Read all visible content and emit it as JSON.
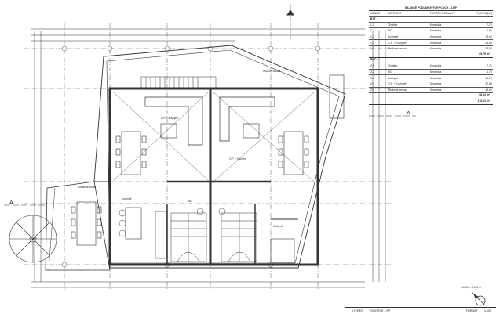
{
  "area_table": {
    "title": "BILANCE PODLAHOVÝCH PLOCH - 1.NP",
    "headers": [
      "OZNAČ.",
      "MÍSTNOST",
      "POVRCH PODLAHY",
      "PLOCHA [m²]"
    ],
    "sections": [
      {
        "name": "BYT 1",
        "rows": [
          [
            "1.1",
            "Chodba",
            "Keramika",
            "7,76"
          ],
          [
            "1.2",
            "WC",
            "Keramika",
            "1,90"
          ],
          [
            "1.3",
            "Kuchyně",
            "Keramika",
            "17,00"
          ],
          [
            "1.4",
            "O.P. + Kuchyně",
            "Keramika",
            "39,60"
          ],
          [
            "1.5",
            "Studiová terasa",
            "Keramika",
            "23,67"
          ]
        ],
        "total": "89,79 m²"
      },
      {
        "name": "BYT 2",
        "rows": [
          [
            "2.1",
            "Chodba",
            "Keramika",
            "7,76"
          ],
          [
            "2.2",
            "WC",
            "Keramika",
            "1,73"
          ],
          [
            "2.4",
            "Kuchyně",
            "Keramika",
            "12,78"
          ],
          [
            "2.3",
            "O.P. + Kuchyně",
            "Keramika",
            "37,83"
          ],
          [
            "2.5",
            "Studiová terasa",
            "Keramika",
            "19,09"
          ]
        ],
        "total": "88,24 m²"
      }
    ],
    "grand_total": "178,03 m²"
  },
  "rooms": {
    "living_1": "O.P. + Kuchyně",
    "living_2": "O.P. + Kuchyně",
    "kitchen_1": "Kuchyně",
    "kitchen_2": "Kuchyně",
    "terrace_1": "Studiová terasa",
    "terrace_2": "Studiová terasa",
    "wc": "WC"
  },
  "section_marks": {
    "left": "A",
    "right": "A"
  },
  "scale_note": "±0,000 = 0,000 m",
  "title_block": {
    "label": "VÝKRES",
    "title": "PŮDORYS 1.NP",
    "format": "FORMÁT",
    "scale": "1:100"
  }
}
